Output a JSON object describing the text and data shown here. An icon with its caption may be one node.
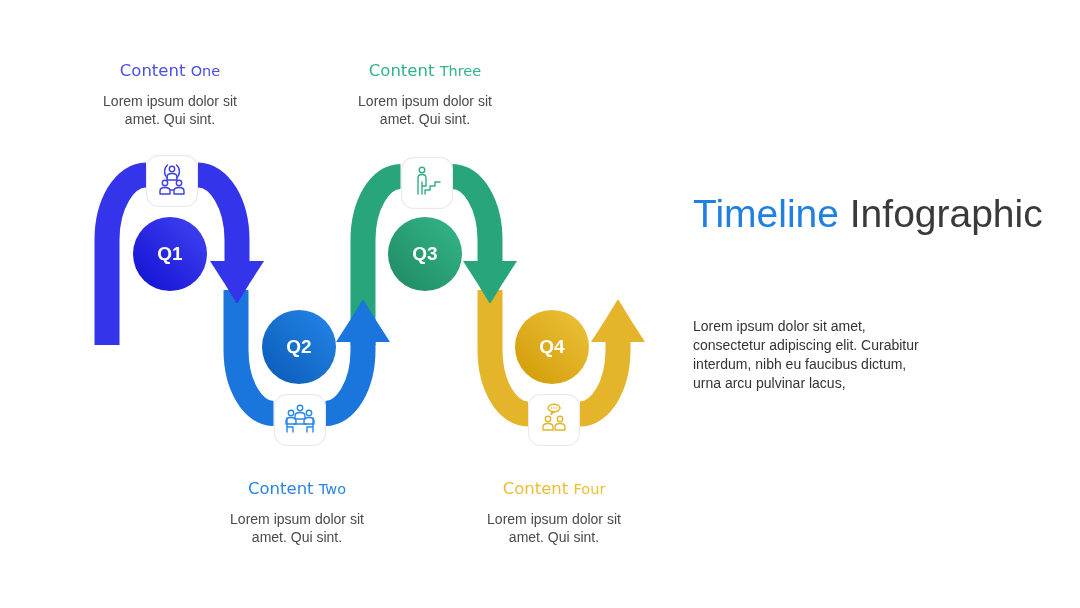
{
  "diagram": {
    "title": "Timeline Infographic",
    "nodes": [
      {
        "text": [
          "Q1"
        ],
        "beside": [
          "Content One",
          "Lorem ipsum dolor sit amet. Qui sint."
        ]
      },
      {
        "text": [],
        "shape": "picture"
      },
      {
        "text": [
          "Q2"
        ],
        "beside": [
          "Content Two",
          "Lorem ipsum dolor sit amet. Qui sint."
        ]
      },
      {
        "text": [],
        "shape": "picture"
      },
      {
        "text": [
          "Q3"
        ],
        "beside": [
          "Content Three",
          "Lorem ipsum dolor sit amet. Qui sint."
        ]
      },
      {
        "text": [],
        "shape": "picture"
      },
      {
        "text": [
          "Q4"
        ],
        "beside": [
          "Content Four",
          "Lorem ipsum dolor sit amet. Qui sint."
        ]
      },
      {
        "text": [],
        "shape": "picture"
      }
    ],
    "edges": [
      {
        "from": null,
        "to": 1,
        "arrow": "none",
        "color": "#3434ea"
      },
      {
        "from": 1,
        "to": 0,
        "arrow": "to",
        "color": "#3434ea"
      },
      {
        "from": null,
        "to": 3,
        "arrow": "none",
        "color": "#1a76dc"
      },
      {
        "from": 3,
        "to": 2,
        "arrow": "to",
        "color": "#1a76dc"
      },
      {
        "from": null,
        "to": 5,
        "arrow": "none",
        "color": "#29a57b"
      },
      {
        "from": 5,
        "to": 4,
        "arrow": "to",
        "color": "#29a57b"
      },
      {
        "from": null,
        "to": 7,
        "arrow": "none",
        "color": "#e4b42a"
      },
      {
        "from": 7,
        "to": 6,
        "arrow": "to",
        "color": "#e4b42a"
      }
    ],
    "labels": [
      "Lorem ipsum dolor sit amet, consectetur adipiscing elit. Curabitur interdum, nibh eu faucibus dictum, urna arcu pulvinar lacus,"
    ]
  }
}
